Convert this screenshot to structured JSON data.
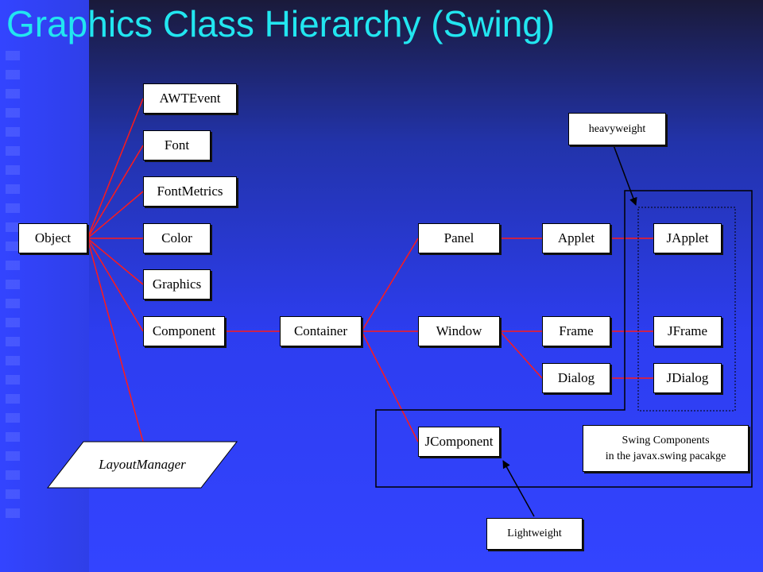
{
  "title": "Graphics Class Hierarchy (Swing)",
  "colors": {
    "title": "#22e6f0",
    "line": "#ff1a1a",
    "box": "#ffffff"
  },
  "classes": {
    "awtevent": "AWTEvent",
    "font": "Font",
    "fontmetrics": "FontMetrics",
    "object": "Object",
    "color": "Color",
    "graphics": "Graphics",
    "component": "Component",
    "container": "Container",
    "panel": "Panel",
    "window": "Window",
    "applet": "Applet",
    "frame": "Frame",
    "dialog": "Dialog",
    "japplet": "JApplet",
    "jframe": "JFrame",
    "jdialog": "JDialog",
    "jcomponent": "JComponent",
    "layoutmanager": "LayoutManager"
  },
  "notes": {
    "heavyweight": "heavyweight",
    "lightweight": "Lightweight",
    "swing_line1": "Swing Components",
    "swing_line2": "in the javax.swing pacakge"
  }
}
